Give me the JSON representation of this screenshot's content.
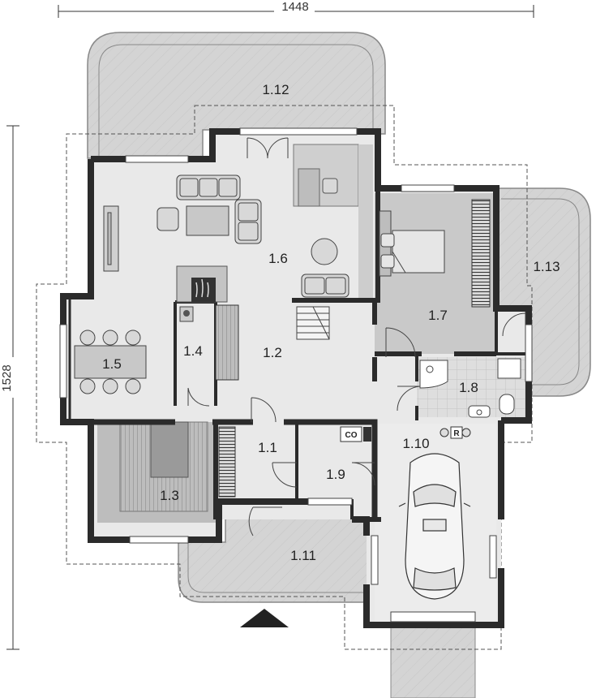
{
  "dimensions": {
    "width_label": "1448",
    "depth_label": "1528"
  },
  "rooms": {
    "r1_1": "1.1",
    "r1_2": "1.2",
    "r1_3": "1.3",
    "r1_4": "1.4",
    "r1_5": "1.5",
    "r1_6": "1.6",
    "r1_7": "1.7",
    "r1_8": "1.8",
    "r1_9": "1.9",
    "r1_10": "1.10",
    "r1_11": "1.11",
    "r1_12": "1.12",
    "r1_13": "1.13"
  },
  "fixtures": {
    "co_label": "CO",
    "r_label": "R"
  },
  "colors": {
    "wall": "#2b2b2b",
    "interior": "#e9e9e9",
    "terrace": "#d4d4d4",
    "bedroom": "#c9c9c9",
    "bath_tile": "#dcdcdc",
    "sauna": "#bdbdbd",
    "furniture": "#d8d8d8"
  }
}
